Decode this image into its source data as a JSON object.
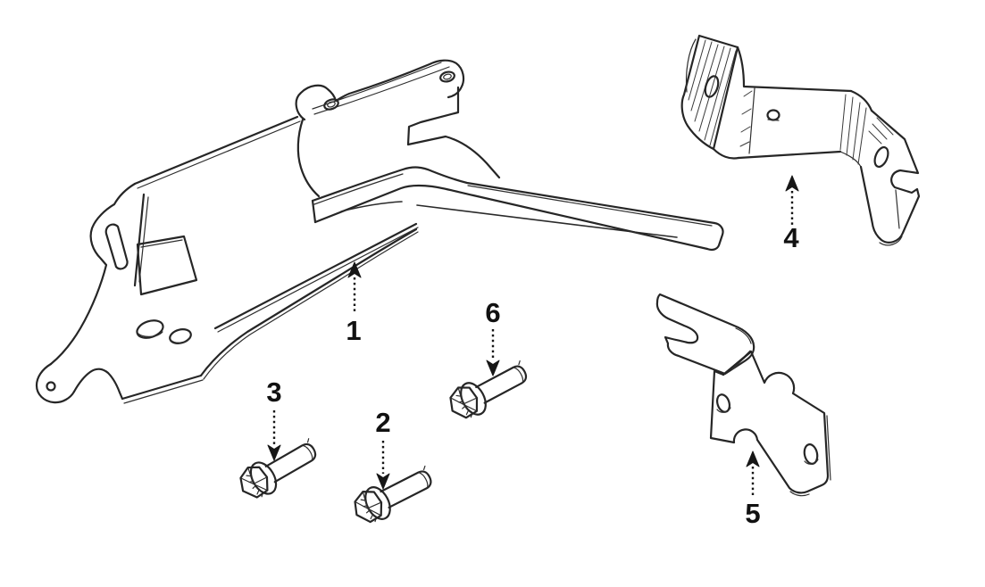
{
  "diagram": {
    "type": "exploded-parts-line-drawing",
    "background_color": "#ffffff",
    "line_color": "#262626",
    "label_color": "#111111",
    "parts": [
      {
        "callout": "1",
        "shape": "main-mounting-bracket"
      },
      {
        "callout": "2",
        "shape": "hex-flange-bolt"
      },
      {
        "callout": "3",
        "shape": "hex-flange-bolt"
      },
      {
        "callout": "4",
        "shape": "z-shaped-bracket"
      },
      {
        "callout": "5",
        "shape": "support-bracket"
      },
      {
        "callout": "6",
        "shape": "hex-flange-bolt"
      }
    ],
    "callouts": [
      {
        "label": "1",
        "arrow_direction": "up"
      },
      {
        "label": "2",
        "arrow_direction": "down"
      },
      {
        "label": "3",
        "arrow_direction": "down"
      },
      {
        "label": "4",
        "arrow_direction": "up"
      },
      {
        "label": "5",
        "arrow_direction": "up"
      },
      {
        "label": "6",
        "arrow_direction": "down"
      }
    ]
  }
}
